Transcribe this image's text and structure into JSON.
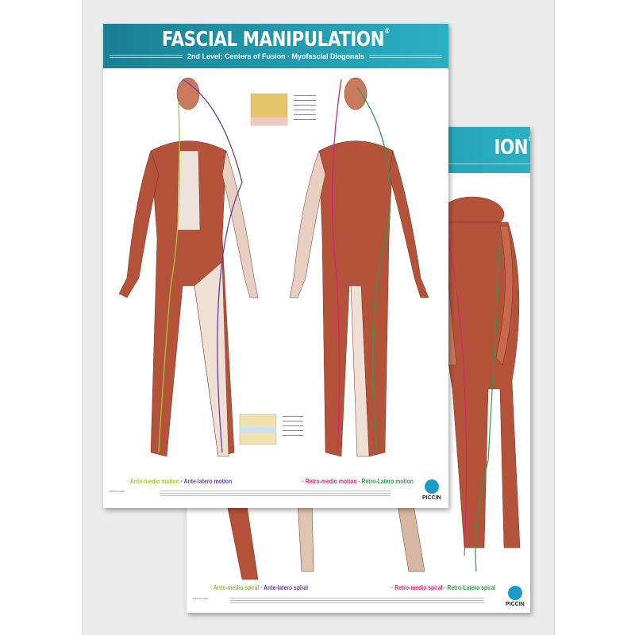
{
  "front_poster": {
    "title": "FASCIAL MANIPULATION",
    "registered": "®",
    "subtitle": "2nd Level: Centers of Fusion · Myofascial Diagonals",
    "legend": [
      {
        "label": "· Ante-medio motion",
        "color": "#a8c43a"
      },
      {
        "label": "· Ante-latero motion",
        "color": "#6a3d9a"
      },
      {
        "label": "· Retro-medio motion",
        "color": "#d6247a"
      },
      {
        "label": "· Retro-Latero motion",
        "color": "#2e9a4a"
      }
    ],
    "printed": "Printed in Italy",
    "publisher": "PICCIN"
  },
  "back_poster": {
    "title_visible": "ION",
    "registered": "®",
    "legend": [
      {
        "label": "· Ante-medio spiral",
        "color": "#8cc43a"
      },
      {
        "label": "· Ante-latero spiral",
        "color": "#6a3d9a"
      },
      {
        "label": "· Retro-medio spiral",
        "color": "#d6247a"
      },
      {
        "label": "· Retro-Latero spiral",
        "color": "#2e9a4a"
      }
    ],
    "printed": "Printed in Italy",
    "publisher": "PICCIN"
  },
  "colors": {
    "header": "#1f95a8",
    "muscle": "#b5533a",
    "background": "#ececec"
  }
}
